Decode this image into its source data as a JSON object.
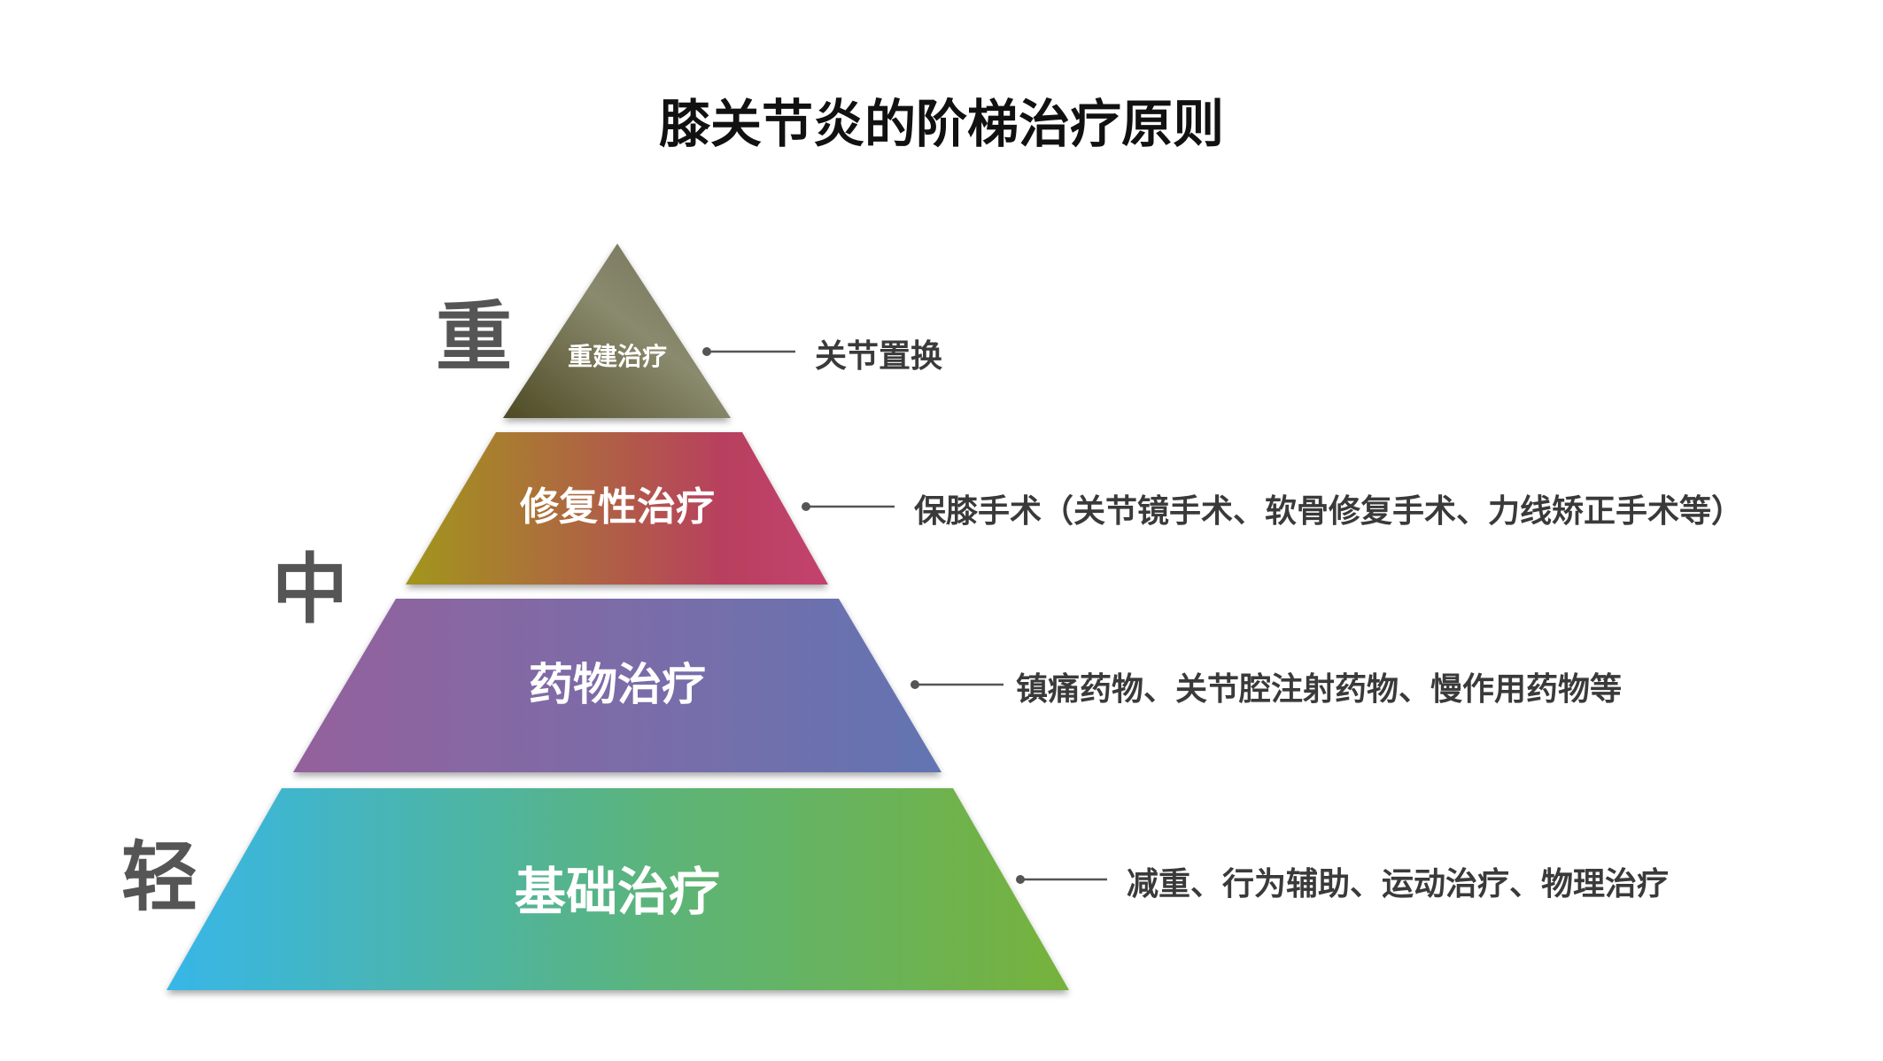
{
  "title": "膝关节炎的阶梯治疗原则",
  "severity_labels": {
    "heavy": "重",
    "medium": "中",
    "light": "轻"
  },
  "tiers": [
    {
      "label": "重建治疗",
      "description": "关节置换",
      "gradient": [
        "#4e4a24",
        "#8a8a6e",
        "#706e56"
      ]
    },
    {
      "label": "修复性治疗",
      "description": "保膝手术（关节镜手术、软骨修复手术、力线矫正手术等）",
      "gradient": [
        "#a2961c",
        "#b8405e",
        "#c3436f"
      ]
    },
    {
      "label": "药物治疗",
      "description": "镇痛药物、关节腔注射药物、慢作用药物等",
      "gradient": [
        "#94619c",
        "#7c6ca8",
        "#6274b2"
      ]
    },
    {
      "label": "基础治疗",
      "description": "减重、行为辅助、运动治疗、物理治疗",
      "gradient": [
        "#37b6e8",
        "#5cb478",
        "#76b23c"
      ]
    }
  ]
}
